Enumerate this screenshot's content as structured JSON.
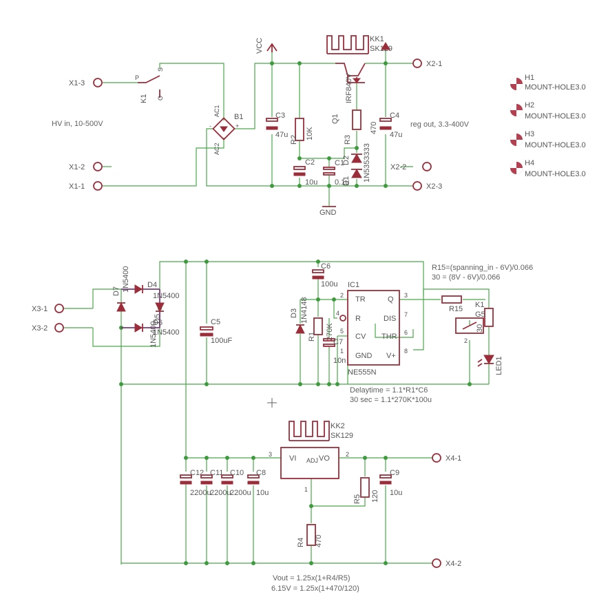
{
  "labels": {
    "kk1": "KK1",
    "sk129_1": "SK129",
    "vcc": "VCC",
    "x1_3": "X1-3",
    "x1_2": "X1-2",
    "x1_1": "X1-1",
    "k1_top": "K1",
    "sw_p": "P",
    "sw_s": "S",
    "sw_o": "O",
    "hv_in": "HV in, 10-500V",
    "b1": "B1",
    "ac1": "AC1",
    "ac2": "AC2",
    "b_plus": "+",
    "b_minus": "-",
    "c3": "C3",
    "c3_val": "47u",
    "r2": "R2",
    "r2_val": "10K",
    "c2": "C2",
    "c2_val": "10u",
    "c1": "C1",
    "c1_val": "0.1u",
    "q1": "Q1",
    "q1_val": "IRF840V",
    "r3": "R3",
    "r3_val": "470",
    "d2": "D2",
    "d1": "D1",
    "d_val": "1N5353333",
    "c4": "C4",
    "c4_val": "47u",
    "reg_out": "reg out, 3.3-400V",
    "gnd": "GND",
    "x2_1": "X2-1",
    "x2_2": "X2-2",
    "x2_3": "X2-3",
    "h1": "H1",
    "h2": "H2",
    "h3": "H3",
    "h4": "H4",
    "mount": "MOUNT-HOLE3.0",
    "x3_1": "X3-1",
    "x3_2": "X3-2",
    "d7": "D7",
    "d4": "D4",
    "d6": "D6",
    "d5": "D5",
    "d_1n5400": "1N5400",
    "c5": "C5",
    "c5_val": "100uF",
    "c6": "C6",
    "c6_val": "100u",
    "d3": "D3",
    "d3_val": "1N4148",
    "r1": "R1",
    "r1_val": "270K",
    "c7": "C7",
    "c7_val": "10n",
    "ic1": "IC1",
    "ne555": "NE555N",
    "tr": "TR",
    "q": "Q",
    "r": "R",
    "dis": "DIS",
    "cv": "CV",
    "thr": "THR",
    "gnd_pin": "GND",
    "vplus": "V+",
    "p2": "2",
    "p3": "3",
    "p4": "4",
    "p5": "5",
    "p6": "6",
    "p7": "7",
    "p8": "8",
    "p1": "1",
    "r15_note1": "R15=(spanning_in - 6V)/0.066",
    "r15_note2": "30 = (8V - 6V)/0.066",
    "r15": "R15",
    "r15_val": "30",
    "k1": "K1",
    "g5": "G5",
    "led1": "LED1",
    "delay1": "Delaytime = 1.1*R1*C6",
    "delay2": "30 sec = 1.1*270K*100u",
    "kk2": "KK2",
    "sk129_2": "SK129",
    "vi": "VI",
    "adj": "ADJ",
    "vo": "VO",
    "c12": "C12",
    "c11": "C11",
    "c10": "C10",
    "c8": "C8",
    "c2200": "2200u",
    "c8_val": "10u",
    "c9": "C9",
    "c9_val": "10u",
    "r5": "R5",
    "r5_val": "120",
    "r4": "R4",
    "r4_val": "470",
    "x4_1": "X4-1",
    "x4_2": "X4-2",
    "vout1": "Vout = 1.25x(1+R4/R5)",
    "vout2": "6.15V = 1.25x(1+470/120)",
    "n3": "3",
    "n2": "2",
    "n1": "1"
  }
}
